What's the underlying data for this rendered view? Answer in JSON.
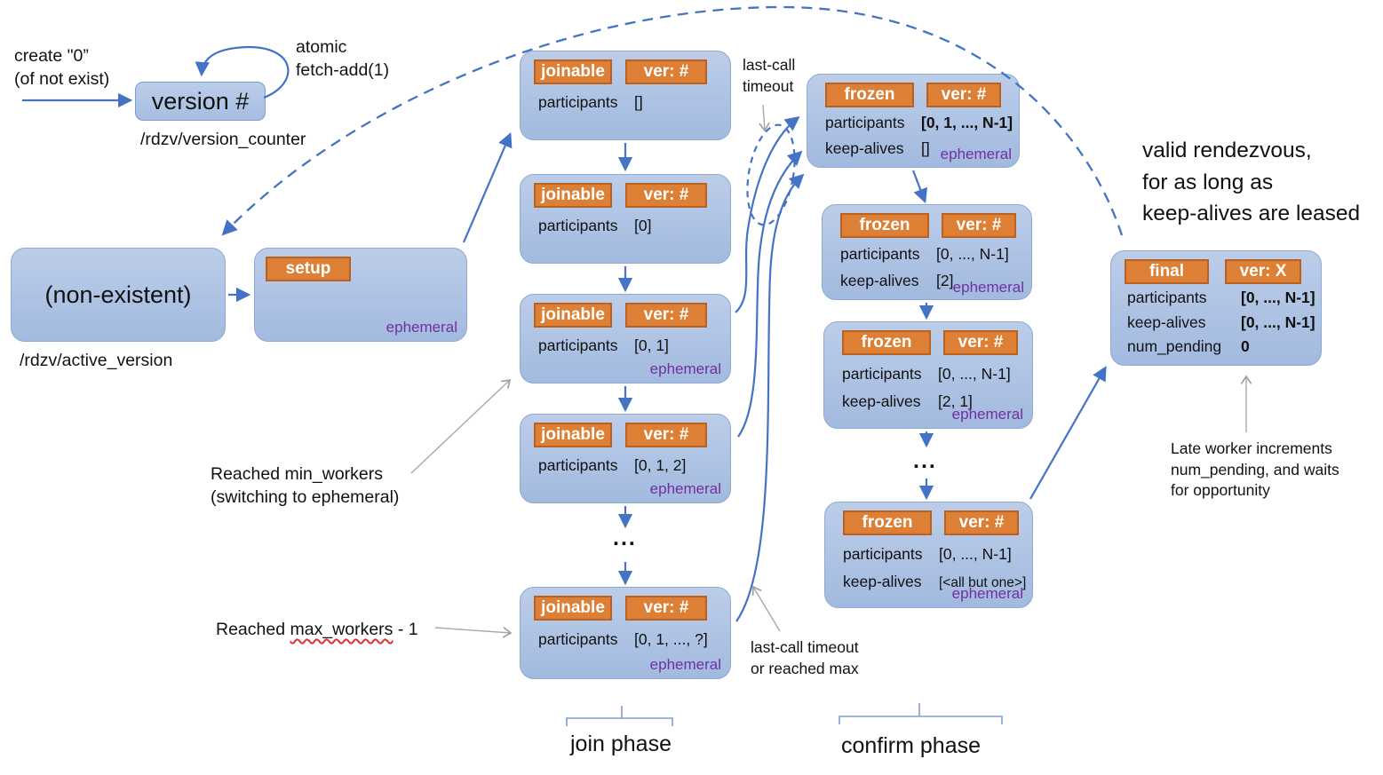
{
  "colors": {
    "box_blue_light": "#bccde9",
    "box_blue_dark": "#a2badf",
    "box_border": "#8ea9d2",
    "tag_orange": "#dd8035",
    "tag_border": "#b96023",
    "arrow_blue": "#4472c4",
    "annotation_gray": "#a0a0a0",
    "ephemeral_purple": "#7030a0",
    "squiggle_red": "#e03131"
  },
  "labels": {
    "ephemeral": "ephemeral"
  },
  "version_counter": {
    "create_line1": "create \"0”",
    "create_line2": "(of not exist)",
    "atomic_line1": "atomic",
    "atomic_line2": "fetch-add(1)",
    "box_label": "version #",
    "path": "/rdzv/version_counter"
  },
  "nonexistent": {
    "box_label": "(non-existent)",
    "path": "/rdzv/active_version"
  },
  "setup_state": {
    "tag": "setup"
  },
  "join_states": [
    {
      "tag": "joinable",
      "ver": "ver: #",
      "rows": [
        {
          "k": "participants",
          "v": "[]"
        }
      ]
    },
    {
      "tag": "joinable",
      "ver": "ver: #",
      "rows": [
        {
          "k": "participants",
          "v": "[0]"
        }
      ]
    },
    {
      "tag": "joinable",
      "ver": "ver: #",
      "rows": [
        {
          "k": "participants",
          "v": "[0, 1]"
        }
      ]
    },
    {
      "tag": "joinable",
      "ver": "ver: #",
      "rows": [
        {
          "k": "participants",
          "v": "[0, 1, 2]"
        }
      ]
    },
    {
      "tag": "joinable",
      "ver": "ver: #",
      "rows": [
        {
          "k": "participants",
          "v": "[0, 1, ..., ?]"
        }
      ]
    }
  ],
  "frozen_states": [
    {
      "tag": "frozen",
      "ver": "ver: #",
      "rows": [
        {
          "k": "participants",
          "v": "[0, 1, ..., N-1]"
        },
        {
          "k": "keep-alives",
          "v": "[]"
        }
      ]
    },
    {
      "tag": "frozen",
      "ver": "ver: #",
      "rows": [
        {
          "k": "participants",
          "v": "[0, ..., N-1]"
        },
        {
          "k": "keep-alives",
          "v": "[2]"
        }
      ]
    },
    {
      "tag": "frozen",
      "ver": "ver: #",
      "rows": [
        {
          "k": "participants",
          "v": "[0, ..., N-1]"
        },
        {
          "k": "keep-alives",
          "v": "[2, 1]"
        }
      ]
    },
    {
      "tag": "frozen",
      "ver": "ver: #",
      "rows": [
        {
          "k": "participants",
          "v": "[0, ..., N-1]"
        },
        {
          "k": "keep-alives",
          "v": "[<all but one>]"
        }
      ]
    }
  ],
  "final_state": {
    "tag": "final",
    "ver": "ver: X",
    "rows": [
      {
        "k": "participants",
        "v": "[0, ..., N-1]"
      },
      {
        "k": "keep-alives",
        "v": "[0, ..., N-1]"
      },
      {
        "k": "num_pending",
        "v": "0"
      }
    ]
  },
  "annotations": {
    "min_workers_line1": "Reached min_workers",
    "min_workers_line2": "(switching to ephemeral)",
    "max_workers_pre": "Reached ",
    "max_workers_underlined": "max_workers",
    "max_workers_post": " - 1",
    "last_call_line1": "last-call",
    "last_call_line2": "timeout",
    "last_call_or_line1": "last-call timeout",
    "last_call_or_line2": "or reached max",
    "valid_line1": "valid rendezvous,",
    "valid_line2": "for as long as",
    "valid_line3": "keep-alives are leased",
    "late_line1": "Late worker increments",
    "late_line2": "num_pending, and waits",
    "late_line3": "for opportunity",
    "ellipsis": "..."
  },
  "phases": {
    "join": "join phase",
    "confirm": "confirm phase"
  }
}
